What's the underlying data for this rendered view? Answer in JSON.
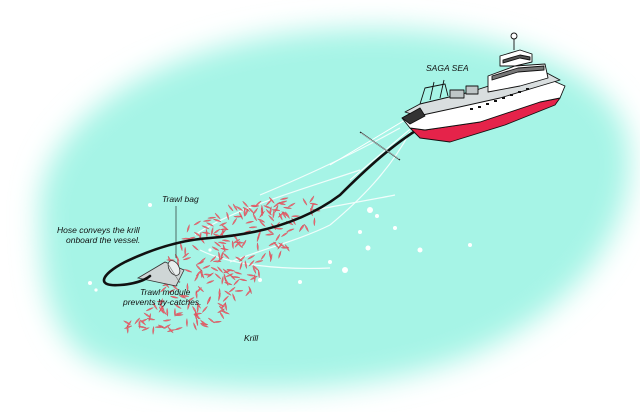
{
  "labels": {
    "vessel_name": "SAGA SEA",
    "trawl_bag": "Trawl bag",
    "hose_line1": "Hose conveys the krill",
    "hose_line2": "onboard the vessel.",
    "module_line1": "Trawl module",
    "module_line2": "prevents by-catches.",
    "krill": "Krill"
  },
  "colors": {
    "water": "#9ff3e4",
    "hull_stripe": "#e5234a",
    "krill": "#f26a73",
    "hose": "#111111"
  }
}
